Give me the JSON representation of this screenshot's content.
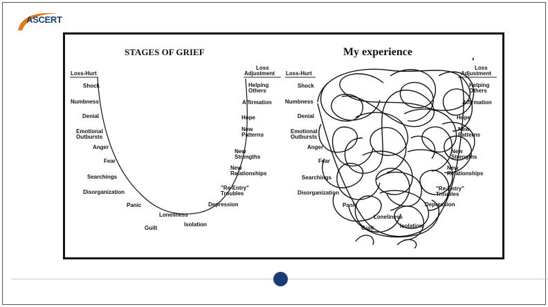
{
  "brand": {
    "name": "ASCERT",
    "swoosh_color": "#e07a1f",
    "text_color": "#1c3f73"
  },
  "slide": {
    "left_panel": {
      "title": "STAGES OF GRIEF",
      "left_labels": [
        "Loss-Hurt",
        "Shock",
        "Numbness",
        "Denial",
        "Emotional",
        "Outbursts",
        "Anger",
        "Fear",
        "Searchings",
        "Disorganization",
        "Panic"
      ],
      "bottom_labels": [
        "Loneliness",
        "Guilt",
        "Isolation"
      ],
      "right_labels": [
        "Loss",
        "Adjustment",
        "Helping",
        "Others",
        "Affirmation",
        "Hope",
        "New",
        "Patterns",
        "New",
        "Strengths",
        "New",
        "Relationships",
        "\"Re-Entry\"",
        "Troubles",
        "Depression"
      ]
    },
    "right_panel": {
      "title": "My experience",
      "title_mark": ",",
      "left_labels": [
        "Loss-Hurt",
        "Shock",
        "Numbness",
        "Denial",
        "Emotional",
        "Outbursts",
        "Anger",
        "Fear",
        "Searchings",
        "Disorganization",
        "Panic"
      ],
      "bottom_labels": [
        "Loneliness",
        "Guilt",
        "Isolation"
      ],
      "right_labels": [
        "Loss",
        "Adjustment",
        "Helping",
        "Others",
        "Affirmation",
        "Hope",
        "New",
        "Patterns",
        "New",
        "Strengths",
        "New",
        "Relationships",
        "\"Re-Entry\"",
        "Troubles",
        "Depression"
      ]
    }
  },
  "footer": {
    "dot_color": "#1c3a78",
    "line_color": "#c8c8c8"
  }
}
